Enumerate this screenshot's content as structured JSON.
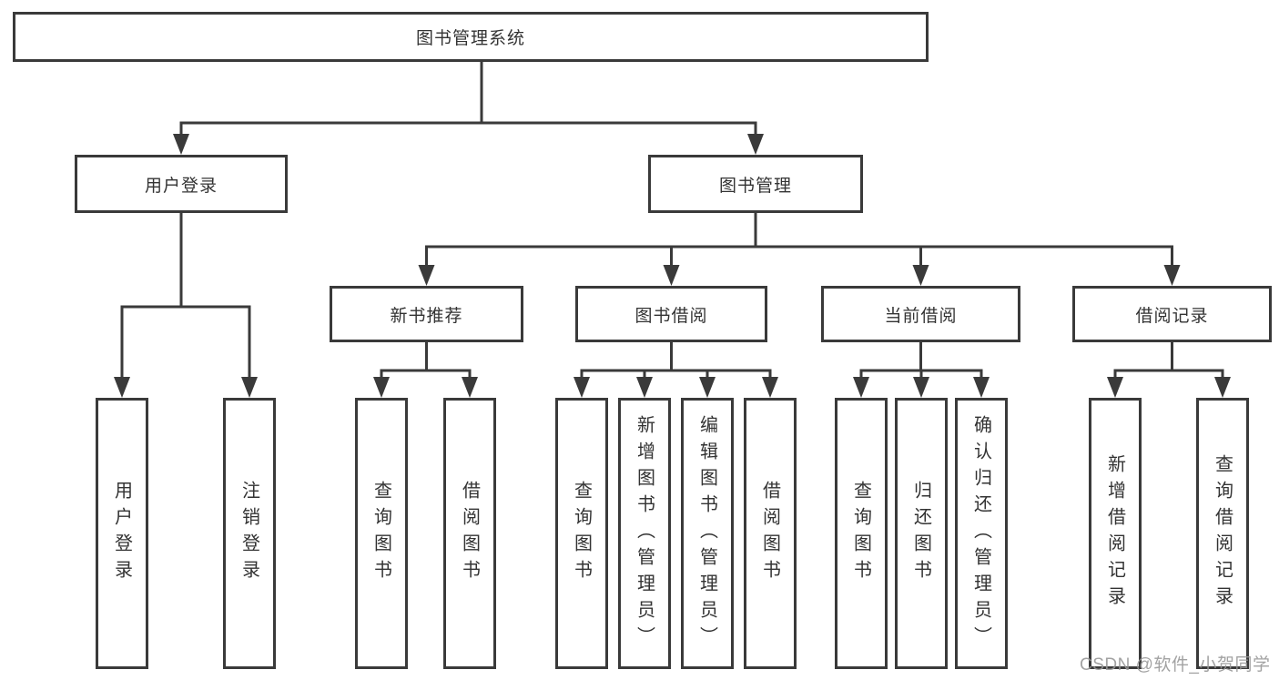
{
  "diagram": {
    "root": "图书管理系统",
    "children": [
      {
        "label": "用户登录",
        "children": [
          {
            "label": "用户登录"
          },
          {
            "label": "注销登录"
          }
        ]
      },
      {
        "label": "图书管理",
        "children": [
          {
            "label": "新书推荐",
            "children": [
              {
                "label": "查询图书"
              },
              {
                "label": "借阅图书"
              }
            ]
          },
          {
            "label": "图书借阅",
            "children": [
              {
                "label": "查询图书"
              },
              {
                "label": "新增图书（管理员）"
              },
              {
                "label": "编辑图书（管理员）"
              },
              {
                "label": "借阅图书"
              }
            ]
          },
          {
            "label": "当前借阅",
            "children": [
              {
                "label": "查询图书"
              },
              {
                "label": "归还图书"
              },
              {
                "label": "确认归还（管理员）"
              }
            ]
          },
          {
            "label": "借阅记录",
            "children": [
              {
                "label": "新增借阅记录"
              },
              {
                "label": "查询借阅记录"
              }
            ]
          }
        ]
      }
    ]
  },
  "watermark": {
    "text": "CSDN @软件_小贺同学"
  },
  "colors": {
    "background": "#ffffff",
    "line": "#3a3a3a",
    "box_border": "#3a3a3a",
    "text": "#333333",
    "watermark": "#989898"
  }
}
